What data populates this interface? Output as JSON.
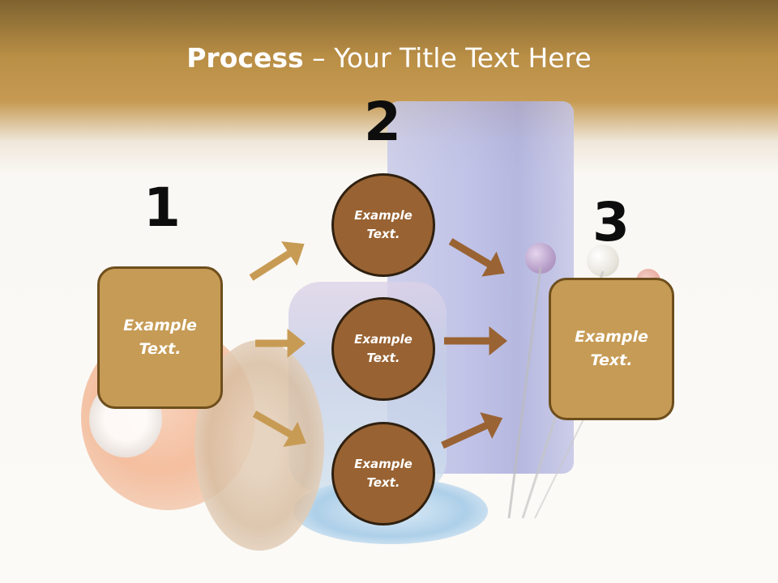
{
  "title": {
    "bold": "Process",
    "rest": " – Your Title Text Here"
  },
  "steps": [
    {
      "number": "1",
      "label": "Example\nText."
    },
    {
      "number": "2",
      "label": "Example\nText."
    },
    {
      "number": "3",
      "label": "Example\nText."
    }
  ],
  "circles": [
    {
      "label": "Example\nText."
    },
    {
      "label": "Example\nText."
    },
    {
      "label": "Example\nText."
    }
  ],
  "colors": {
    "box_fill": "#c69b55",
    "circle_fill": "#986232",
    "arrow_left": "#c89b55",
    "arrow_right": "#9a6333",
    "title_band": "#b98e45"
  }
}
